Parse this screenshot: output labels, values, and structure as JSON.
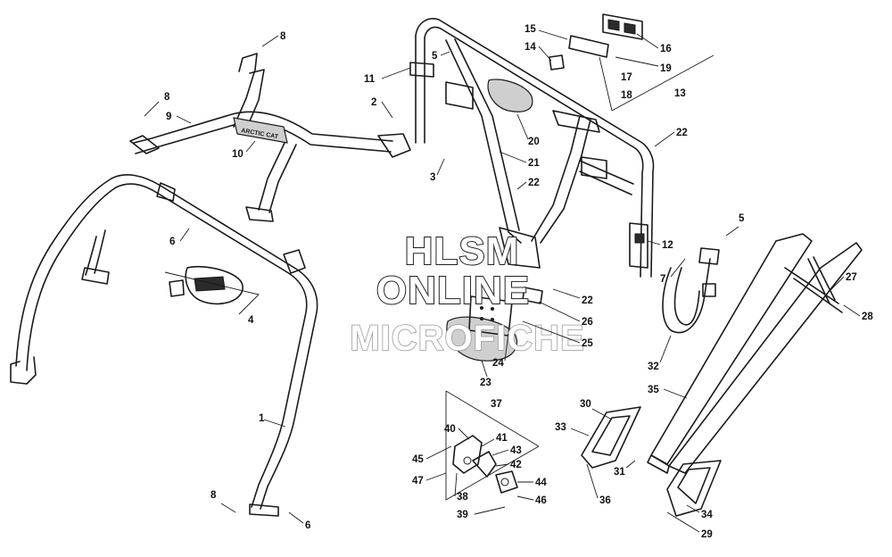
{
  "watermark": {
    "line1": "HLSM",
    "line2": "ONLINE",
    "line3": "MICROFICHE"
  },
  "callouts": [
    {
      "id": "c1",
      "label": "1"
    },
    {
      "id": "c2",
      "label": "2"
    },
    {
      "id": "c3",
      "label": "3"
    },
    {
      "id": "c4",
      "label": "4"
    },
    {
      "id": "c5a",
      "label": "5"
    },
    {
      "id": "c5b",
      "label": "5"
    },
    {
      "id": "c6a",
      "label": "6"
    },
    {
      "id": "c6b",
      "label": "6"
    },
    {
      "id": "c7",
      "label": "7"
    },
    {
      "id": "c8a",
      "label": "8"
    },
    {
      "id": "c8b",
      "label": "8"
    },
    {
      "id": "c8c",
      "label": "8"
    },
    {
      "id": "c9",
      "label": "9"
    },
    {
      "id": "c10",
      "label": "10"
    },
    {
      "id": "c11",
      "label": "11"
    },
    {
      "id": "c12",
      "label": "12"
    },
    {
      "id": "c13",
      "label": "13"
    },
    {
      "id": "c14",
      "label": "14"
    },
    {
      "id": "c15",
      "label": "15"
    },
    {
      "id": "c16",
      "label": "16"
    },
    {
      "id": "c17",
      "label": "17"
    },
    {
      "id": "c18",
      "label": "18"
    },
    {
      "id": "c19",
      "label": "19"
    },
    {
      "id": "c20",
      "label": "20"
    },
    {
      "id": "c21",
      "label": "21"
    },
    {
      "id": "c22a",
      "label": "22"
    },
    {
      "id": "c22b",
      "label": "22"
    },
    {
      "id": "c22c",
      "label": "22"
    },
    {
      "id": "c23",
      "label": "23"
    },
    {
      "id": "c24",
      "label": "24"
    },
    {
      "id": "c25",
      "label": "25"
    },
    {
      "id": "c26",
      "label": "26"
    },
    {
      "id": "c27",
      "label": "27"
    },
    {
      "id": "c28",
      "label": "28"
    },
    {
      "id": "c29",
      "label": "29"
    },
    {
      "id": "c30",
      "label": "30"
    },
    {
      "id": "c31",
      "label": "31"
    },
    {
      "id": "c32",
      "label": "32"
    },
    {
      "id": "c33",
      "label": "33"
    },
    {
      "id": "c34",
      "label": "34"
    },
    {
      "id": "c35",
      "label": "35"
    },
    {
      "id": "c36",
      "label": "36"
    },
    {
      "id": "c37",
      "label": "37"
    },
    {
      "id": "c38",
      "label": "38"
    },
    {
      "id": "c39",
      "label": "39"
    },
    {
      "id": "c40",
      "label": "40"
    },
    {
      "id": "c41",
      "label": "41"
    },
    {
      "id": "c42",
      "label": "42"
    },
    {
      "id": "c43",
      "label": "43"
    },
    {
      "id": "c44",
      "label": "44"
    },
    {
      "id": "c45",
      "label": "45"
    },
    {
      "id": "c46",
      "label": "46"
    },
    {
      "id": "c47",
      "label": "47"
    }
  ],
  "brand_plate_text": "ARCTIC CAT"
}
